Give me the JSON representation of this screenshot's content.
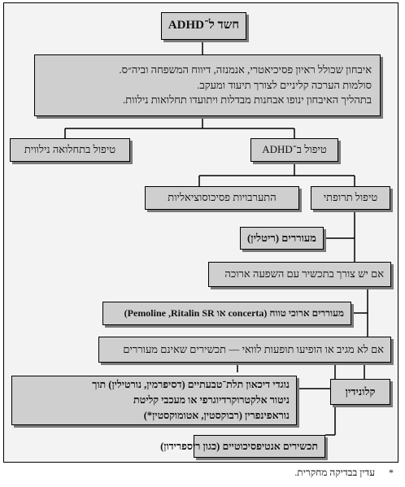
{
  "diagram": {
    "title": "חשד ל־ADHD",
    "evaluation": {
      "line1": "איבחון שכולל ראיון פסיכיאטרי, אנמנזה, דיווח המשפחה וביה״ס.",
      "line2": "סולמות הערכה קליניים לצורך תיעוד ומעקב.",
      "line3": "בתהליך האיבחון ינופו אבחנות מבדלות ויתועדו תחלואות נילוות."
    },
    "comorbidity_treatment": "טיפול בתחלואה נילווית",
    "adhd_treatment": "טיפול ב־ADHD",
    "psychosocial": "התערבויות פסיכוסוציאליות",
    "pharmacological": "טיפול תרופתי",
    "stimulants": "מעוררים (ריטלין)",
    "long_acting_question": "אם יש צורך בתכשיר עם השפעה ארוכה",
    "long_acting": "מעוררים ארוכי טווח (concerta או Pemoline ,Ritalin SR)",
    "no_response": "אם לא מגיב או הופיעו תופעות לוואי — תכשירים שאינם מעוררים",
    "tricyclic": {
      "line1": "נוגדי דיכאון תלת־טבעתיים (דסיפרמין, נורטילין) תוך",
      "line2": "ניטור אלקטרוקרדיוגרפי או מעכבי קליטת",
      "line3": "נוראפינפרין (רבוקסטין, אטומוקסטין*)"
    },
    "clonidine": "קלונידין",
    "antipsychotics": "תכשירים אנטיפסיכוטיים (כגון ריספרידון)"
  },
  "footnote": {
    "mark": "*",
    "text": "עדין בבדיקה מחקרית."
  }
}
